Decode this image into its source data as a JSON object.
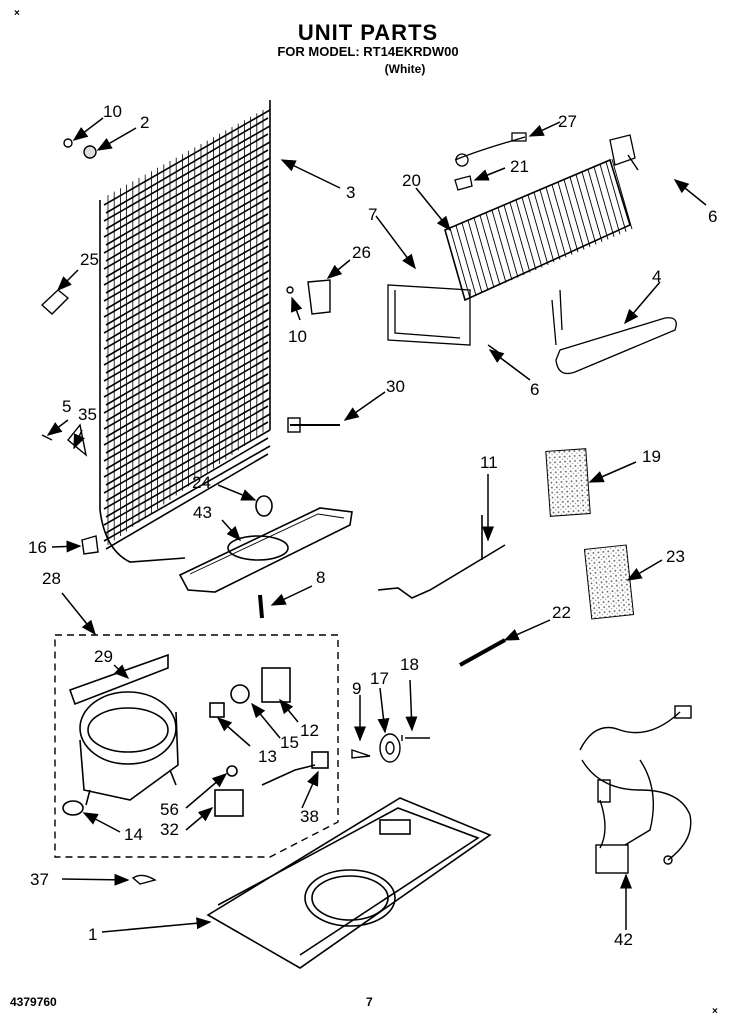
{
  "header": {
    "title": "UNIT PARTS",
    "model": "FOR MODEL: RT14EKRDW00",
    "color": "(White)"
  },
  "footer": {
    "doc_number": "4379760",
    "page": "7"
  },
  "callouts": [
    "10",
    "2",
    "3",
    "25",
    "26",
    "10",
    "5",
    "35",
    "16",
    "24",
    "43",
    "8",
    "28",
    "29",
    "13",
    "15",
    "12",
    "56",
    "32",
    "14",
    "38",
    "37",
    "1",
    "27",
    "21",
    "20",
    "7",
    "6",
    "4",
    "6",
    "30",
    "19",
    "11",
    "23",
    "22",
    "9",
    "17",
    "18",
    "42"
  ],
  "corner_marks": [
    "×",
    "×"
  ]
}
